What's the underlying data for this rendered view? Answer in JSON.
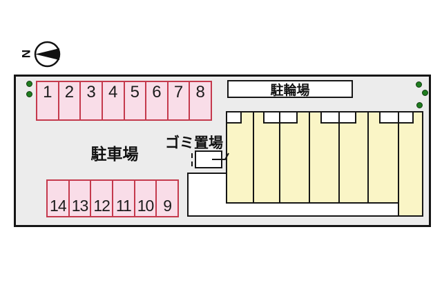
{
  "plan": {
    "compass_label": "N",
    "parking_area_label": "駐車場",
    "bicycle_area_label": "駐輪場",
    "garbage_area_label": "ゴミ置場",
    "stalls_top": [
      "1",
      "2",
      "3",
      "4",
      "5",
      "6",
      "7",
      "8"
    ],
    "stalls_bottom": [
      "14",
      "13",
      "12",
      "11",
      "10",
      "9"
    ],
    "building_unit_count": 7,
    "colors": {
      "site_fill": "#ececec",
      "outline": "#151515",
      "stall_fill": "#f9dde8",
      "stall_border": "#c4394c",
      "building_fill": "#faf5c6",
      "walkway_fill": "#ffffff",
      "tree_green": "#1f7d1f"
    }
  }
}
